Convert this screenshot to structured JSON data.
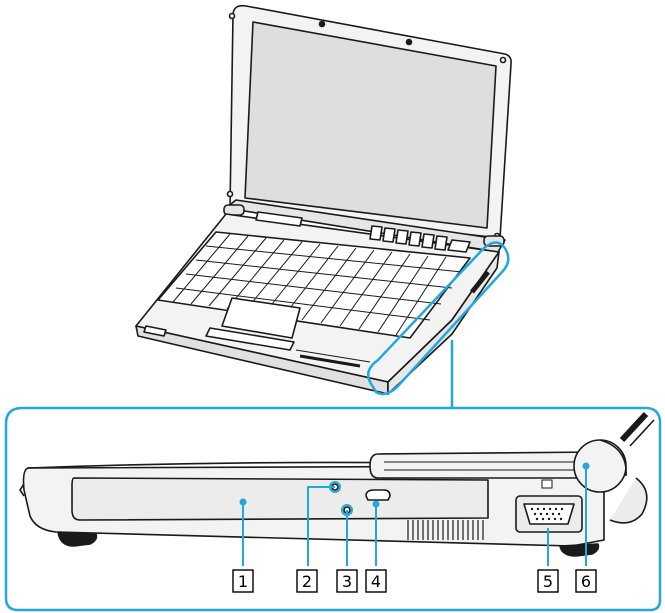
{
  "colors": {
    "outline": "#1a1a1a",
    "body_fill": "#f3f3f3",
    "screen_fill": "#dedede",
    "key_fill": "#ffffff",
    "shadow": "#cfcfcf",
    "accent": "#22a8dc",
    "label_box_stroke": "#000000"
  },
  "icons": {
    "laptop": "laptop-drawing",
    "side_view": "laptop-side-view-drawing",
    "monitor_port": "monitor-port-icon"
  },
  "callouts": [
    {
      "id": "1",
      "label": "1"
    },
    {
      "id": "2",
      "label": "2"
    },
    {
      "id": "3",
      "label": "3"
    },
    {
      "id": "4",
      "label": "4"
    },
    {
      "id": "5",
      "label": "5"
    },
    {
      "id": "6",
      "label": "6"
    }
  ]
}
